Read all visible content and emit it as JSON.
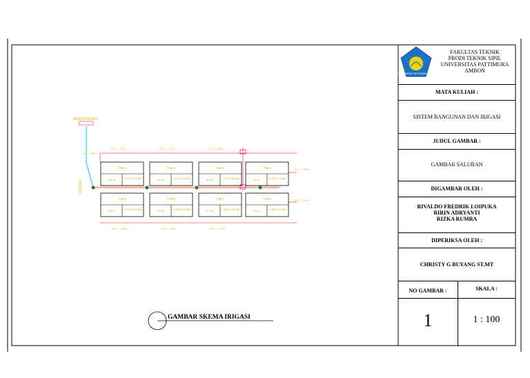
{
  "title_block": {
    "institution_lines": [
      "FAKULTAS TEKNIK",
      "PRODI TEKNIK SIPIL",
      "UNIVERSITAS PATTIMURA",
      "AMBON"
    ],
    "logo_text": "UNIVERSITAS PATTIMURA AMBON",
    "mata_kuliah_label": "MATA KULIAH :",
    "mata_kuliah_value": "SISTEM BANGUNAN DAN IRIGASI",
    "judul_gambar_label": "JUDUL GAMBAR :",
    "judul_gambar_value": "GAMBAR SALURAN",
    "digambar_oleh_label": "DIGAMBAR OLEH :",
    "digambar_oleh_names": [
      "RIVALDO FREDRIK LOIPUKA",
      "RIRIN ADRYANTI",
      "RIZKA RUMRA"
    ],
    "diperiksa_oleh_label": "DIPERIKSA OLEH :",
    "diperiksa_oleh_value": "CHRISTY G BUYANG ST.MT",
    "no_gambar_label": "NO GAMBAR :",
    "no_gambar_value": "1",
    "skala_label": "SKALA :",
    "skala_value": "1 : 100"
  },
  "drawing": {
    "caption": "GAMBAR SKEMA IRIGASI",
    "bendungan": "BENDUNGAN",
    "sungai": "SUNGAI",
    "colors": {
      "canal": "#ff4d4d",
      "river": "#00c8ff",
      "label": "#e6b800",
      "node": "#1f7a3a",
      "frame": "#000000"
    },
    "upper_labels": [
      "B 1 - TJB 1",
      "SP 1 - TJB 1",
      "SP 2 - TJB 2",
      "SP 3 - TJB 3",
      "SP 4 - TJB 4"
    ],
    "lower_labels": [
      "SP 5 - TJB 5",
      "SP 6 - TJB 6",
      "SP 7 - TJB 7",
      "SP 8 - TJB 8"
    ],
    "plots_top": [
      {
        "name": "TJB 1",
        "area": "100 ha",
        "q": "0,081 Q m3/dtk"
      },
      {
        "name": "TJB 2",
        "area": "120 ha",
        "q": "0,081 Q m3/dtk"
      },
      {
        "name": "TJB 3",
        "area": "90 ha",
        "q": "0,081 Q m3/dtk"
      },
      {
        "name": "TJB 4",
        "area": "95 ha",
        "q": "0,081 Q m3/dtk"
      }
    ],
    "plots_bottom": [
      {
        "name": "TJB 5",
        "area": "110 ha",
        "q": "0,081 Q m3/dtk"
      },
      {
        "name": "TJB 6",
        "area": "100 ha",
        "q": "0,081 Q m3/dtk"
      },
      {
        "name": "TJB 7",
        "area": "377 ha",
        "q": "0,081 Q m3/dtk"
      },
      {
        "name": "TJB 8",
        "area": "100 ha",
        "q": "0,081 Q m3/dtk"
      }
    ]
  }
}
